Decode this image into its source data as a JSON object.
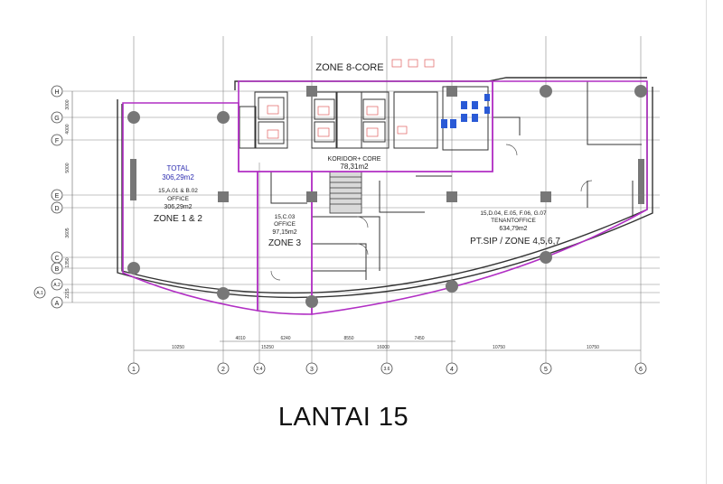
{
  "title": "LANTAI 15",
  "colors": {
    "zone_outline": "#b12fc4",
    "zone_text": "#2d2db0",
    "column": "#777777",
    "grid": "#555555",
    "wall": "#333333",
    "fixture": "#2a5ad6",
    "annotation": "#e06060"
  },
  "zones": {
    "core_label": "ZONE 8-CORE",
    "koridor": {
      "name": "KORIDOR+ CORE",
      "area": "78,31m2"
    },
    "zone12": {
      "total_label": "TOTAL",
      "total_area": "306,29m2",
      "units": "15,A.01 & B.02",
      "use": "OFFICE",
      "area": "306,29m2",
      "name": "ZONE 1 & 2"
    },
    "zone3": {
      "unit": "15,C.03",
      "use": "OFFICE",
      "area": "97,15m2",
      "name": "ZONE 3"
    },
    "zone4567": {
      "units": "15,D.04, E.05, F.06, G.07",
      "use": "TENANTOFFICE",
      "area": "634,79m2",
      "name": "PT.SIP / ZONE 4,5,6,7"
    }
  },
  "grid": {
    "rows": [
      "H",
      "G",
      "F",
      "E",
      "D",
      "C",
      "B",
      "A.2",
      "A.1",
      "A"
    ],
    "row_dims": [
      "3000",
      "4000",
      "5000",
      "3605",
      "1350",
      "2215"
    ],
    "cols": [
      "1",
      "2",
      "2.4",
      "3",
      "3.6",
      "4",
      "5",
      "6"
    ],
    "dims_upper": [
      "4010",
      "6240",
      "8550",
      "7450"
    ],
    "dims_lower": [
      "10250",
      "15250",
      "16000",
      "10750",
      "10750"
    ]
  }
}
